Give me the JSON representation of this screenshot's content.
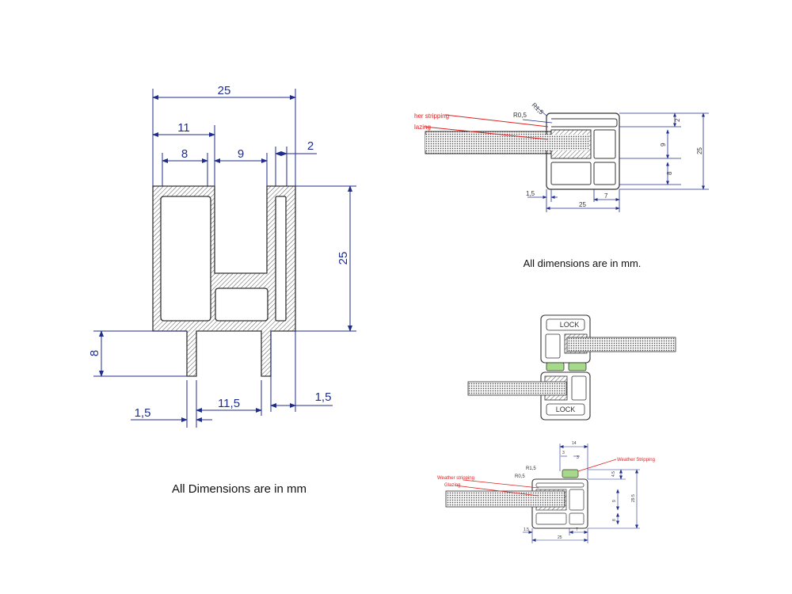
{
  "main_profile": {
    "dims": {
      "overall_width": "25",
      "left_to_mid": "11",
      "left_chamber": "8",
      "channel": "9",
      "wall_right": "2",
      "height": "25",
      "leg_height": "8",
      "leg_left": "1,5",
      "leg_gap": "11,5",
      "leg_right": "1,5"
    },
    "caption": "All Dimensions are in mm"
  },
  "top_right": {
    "labels": {
      "weather": "her stripping",
      "glazing": "lazing"
    },
    "radii": {
      "r15": "R1,5",
      "r05": "R0,5"
    },
    "dims": {
      "d2": "2",
      "d9": "9",
      "d8": "8",
      "d25v": "25",
      "d15": "1,5",
      "d7": "7",
      "d25": "25"
    },
    "caption": "All dimensions are in mm."
  },
  "lock_view": {
    "lock_top": "LOCK",
    "lock_bottom": "LOCK"
  },
  "bottom_right": {
    "labels": {
      "weather_top": "Weather Stripping",
      "weather": "Weather stripping",
      "glazing": "Glazing"
    },
    "radii": {
      "r15": "R1,5",
      "r05": "R0,5"
    },
    "dims": {
      "d14": "14",
      "d3": "3",
      "d3b": "3",
      "d45": "4.5",
      "d9": "9",
      "d8": "8",
      "d295": "29.5",
      "d15": "1.5",
      "d7": "7",
      "d25": "25"
    }
  },
  "colors": {
    "dimension": "#1f2d8c",
    "annotation": "#dd2222",
    "weather_strip": "#a7d98a",
    "hatch": "#555555"
  }
}
